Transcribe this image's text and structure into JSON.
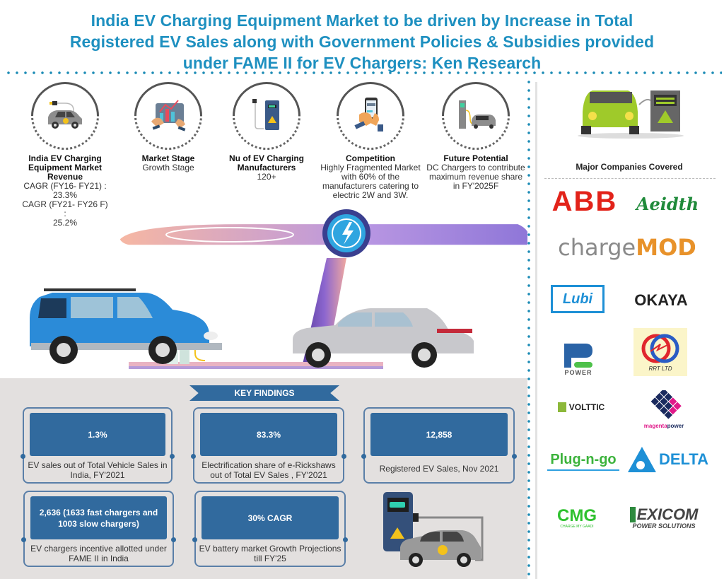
{
  "title": {
    "line1": "India EV Charging Equipment Market to be driven by Increase in Total",
    "line2": "Registered EV Sales along with Government Policies & Subsidies provided",
    "line3": "under FAME II for EV Chargers: Ken Research"
  },
  "stats": [
    {
      "icon": "ev-car-plug-icon",
      "heading": "India EV Charging Equipment Market Revenue",
      "lines": [
        "CAGR (FY16- FY21) :",
        "23.3%",
        "CAGR (FY21- FY26 F) :",
        "25.2%"
      ]
    },
    {
      "icon": "growth-chart-tablet-icon",
      "heading": "Market Stage",
      "lines": [
        "Growth Stage"
      ]
    },
    {
      "icon": "charging-station-icon",
      "heading": "Nu of EV Charging Manufacturers",
      "lines": [
        "120+"
      ]
    },
    {
      "icon": "smartphone-hand-icon",
      "heading": "Competition",
      "lines": [
        "Highly Fragmented Market with 60% of the manufacturers catering to electric 2W and 3W."
      ]
    },
    {
      "icon": "dc-charger-car-icon",
      "heading": "Future Potential",
      "lines": [
        "DC Chargers to contribute maximum revenue share in FY'2025F"
      ]
    }
  ],
  "key_findings": {
    "banner": "KEY FINDINGS",
    "cards": [
      {
        "value": "1.3%",
        "desc": "EV sales out of Total Vehicle Sales in India, FY'2021"
      },
      {
        "value": "83.3%",
        "desc": "Electrification share of e-Rickshaws out of Total EV Sales , FY'2021"
      },
      {
        "value": "12,858",
        "desc": "Registered EV Sales, Nov 2021"
      },
      {
        "value": "2,636 (1633 fast chargers and 1003 slow chargers)",
        "desc": "EV chargers incentive allotted under FAME II in India"
      },
      {
        "value": "30% CAGR",
        "desc": "EV battery market Growth Projections till FY'25"
      }
    ]
  },
  "companies": {
    "title": "Major Companies Covered",
    "logos": [
      {
        "name": "ABB"
      },
      {
        "name": "Aeidth"
      },
      {
        "name_a": "charge",
        "name_b": "MOD"
      },
      {
        "name": "Lubi"
      },
      {
        "name": "OKAYA"
      },
      {
        "name": "POWER"
      },
      {
        "name": "RRT LTD"
      },
      {
        "name": "VOLTTIC"
      },
      {
        "name_a": "magenta",
        "name_b": "power"
      },
      {
        "name": "Plug-n-go"
      },
      {
        "name": "DELTA"
      },
      {
        "name": "CMG",
        "tagline": "CHARGE MY GAADI"
      },
      {
        "name": "EXICOM",
        "tagline": "POWER SOLUTIONS"
      }
    ]
  },
  "colors": {
    "title_blue": "#1e90c0",
    "card_blue": "#316a9e",
    "kf_bg": "#e3e0df",
    "abb_red": "#e2231a",
    "chargemod_orange": "#e8922a"
  }
}
